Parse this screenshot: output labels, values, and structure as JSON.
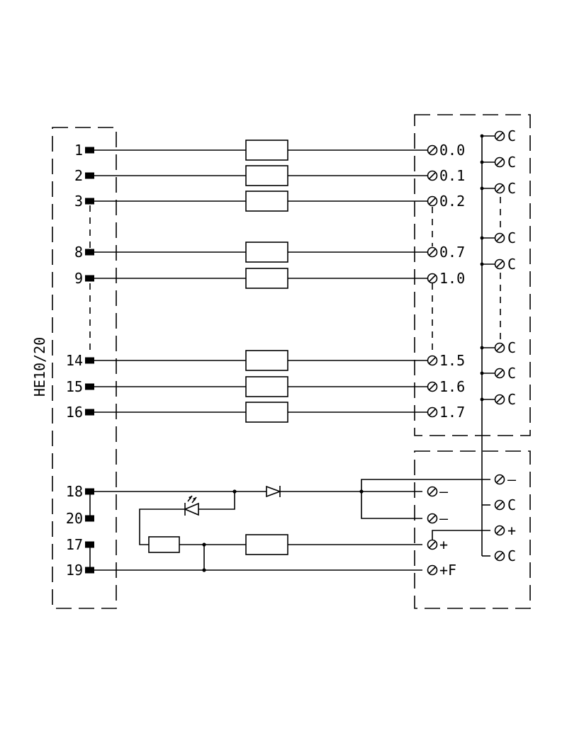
{
  "connector": {
    "label": "HE10/20",
    "pins": {
      "p1": "1",
      "p2": "2",
      "p3": "3",
      "p8": "8",
      "p9": "9",
      "p14": "14",
      "p15": "15",
      "p16": "16",
      "p18": "18",
      "p20": "20",
      "p17": "17",
      "p19": "19"
    }
  },
  "outputs": {
    "o00": "0.0",
    "o01": "0.1",
    "o02": "0.2",
    "o07": "0.7",
    "o10": "1.0",
    "o15": "1.5",
    "o16": "1.6",
    "o17": "1.7"
  },
  "common": {
    "c1": "C",
    "c2": "C",
    "c3": "C",
    "c4": "C",
    "c5": "C",
    "c6": "C",
    "c7": "C",
    "c8": "C"
  },
  "power": {
    "minus1": "–",
    "minus2": "–",
    "plus": "+",
    "plus_f": "+F"
  },
  "power_right": {
    "minus": "–",
    "c1": "C",
    "plus": "+",
    "c2": "C"
  }
}
